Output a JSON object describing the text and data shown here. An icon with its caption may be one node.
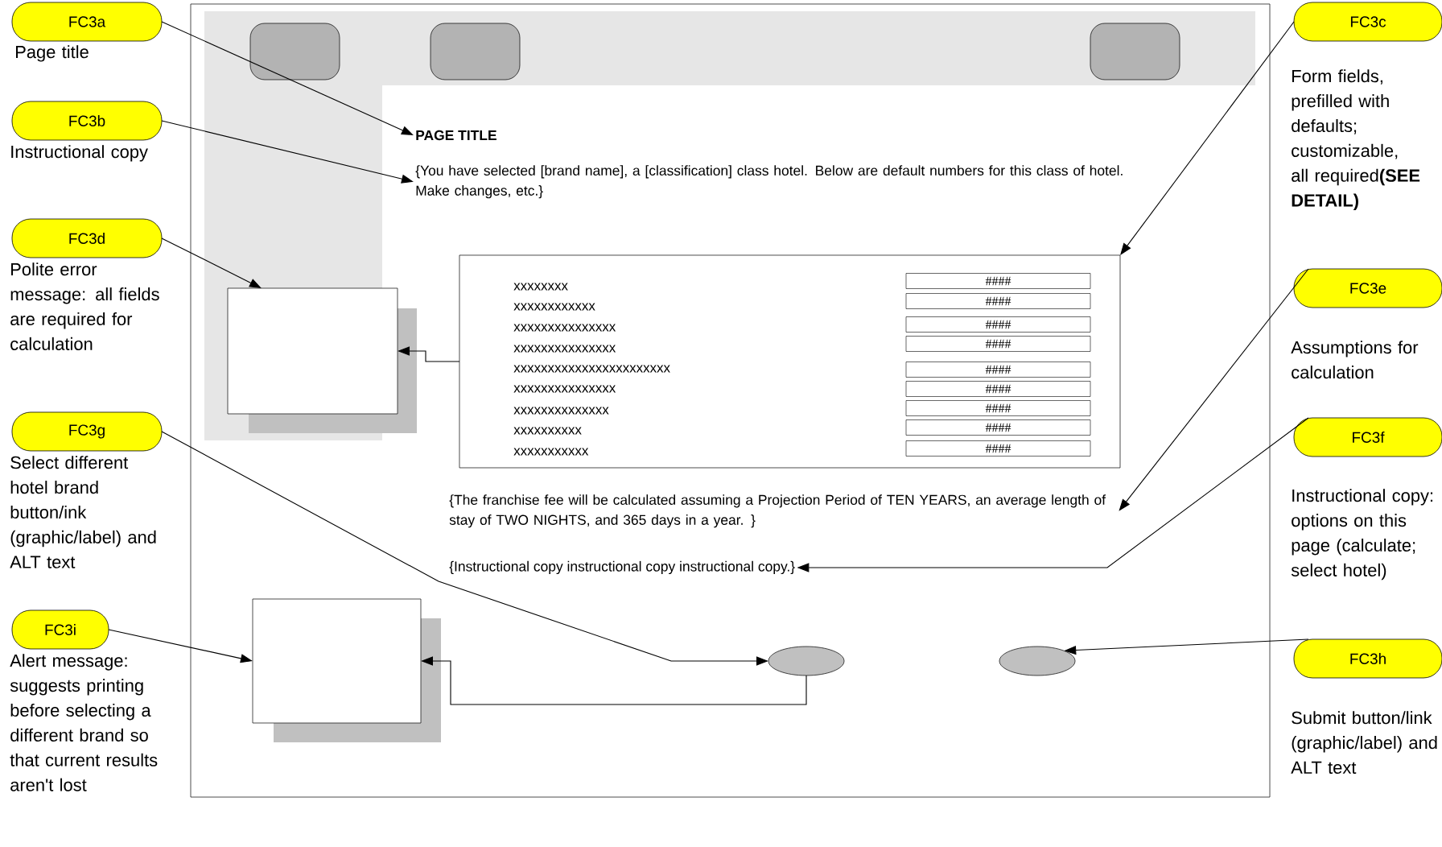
{
  "diagram": {
    "nodes": [
      {
        "text": [
          "FC3a"
        ],
        "beside": [
          "Page title"
        ]
      },
      {
        "text": [
          "FC3b"
        ],
        "beside": [
          "Instructional copy"
        ]
      },
      {
        "text": [
          "FC3d"
        ],
        "beside": [
          "Polite error message: all fields are required for calculation"
        ]
      },
      {
        "text": [
          "FC3g"
        ],
        "beside": [
          "Select different hotel brand button/ink (graphic/label) and ALT text"
        ]
      },
      {
        "text": [
          "FC3i"
        ],
        "beside": [
          "Alert message: suggests printing before selecting a different brand so that current results aren't lost"
        ]
      },
      {
        "text": [],
        "shape": "box"
      },
      {
        "text": [
          "PAGE TITLE"
        ],
        "in": 5
      },
      {
        "text": [
          "{You have selected [brand name], a [classification] class hotel.   Below are default numbers for this class of hotel.  Make changes, etc.}"
        ],
        "in": 5
      },
      {
        "text": [],
        "shape": "box",
        "in": 5
      },
      {
        "text": [],
        "shape": "box",
        "in": 5
      },
      {
        "text": [
          "{The franchise fee will be calculated assuming a Projection Period of TEN YEARS, an average length of stay of TWO NIGHTS, and 365 days in a year. }"
        ],
        "in": 5
      },
      {
        "text": [
          "{Instructional copy instructional copy instructional copy.}"
        ],
        "in": 5
      },
      {
        "text": [],
        "shape": "box",
        "in": 5
      },
      {
        "text": [],
        "shape": "ellipse",
        "in": 5
      },
      {
        "text": [],
        "shape": "ellipse",
        "in": 5
      },
      {
        "text": [
          "FC3c"
        ],
        "beside": [
          "Form fields, prefilled with defaults; customizable, all required**(SEE DETAIL)**"
        ]
      },
      {
        "text": [
          "FC3e"
        ],
        "beside": [
          "Assumptions for calculation"
        ]
      },
      {
        "text": [
          "FC3f"
        ],
        "beside": [
          "Instructional copy: options on this page (calculate; select hotel)"
        ]
      },
      {
        "text": [
          "FC3h"
        ],
        "beside": [
          "Submit button/link (graphic/label) and ALT text"
        ]
      }
    ],
    "edges": [
      {
        "from": 0,
        "to": 6,
        "arrow": "to"
      },
      {
        "from": 1,
        "to": 7,
        "arrow": "to"
      },
      {
        "from": 2,
        "to": 8,
        "arrow": "to"
      },
      {
        "from": 3,
        "to": 13,
        "arrow": "to"
      },
      {
        "from": 4,
        "to": 12,
        "arrow": "to"
      },
      {
        "from": 15,
        "to": 9,
        "arrow": "to"
      },
      {
        "from": 16,
        "to": 10,
        "arrow": "to"
      },
      {
        "from": 17,
        "to": 11,
        "arrow": "to"
      },
      {
        "from": 18,
        "to": 14,
        "arrow": "to"
      },
      {
        "from": 9,
        "to": 8,
        "arrow": "to"
      },
      {
        "from": 13,
        "to": 12,
        "arrow": "to"
      }
    ],
    "labels": [
      "xxxxxxxx",
      "####",
      "xxxxxxxxxxxx",
      "####",
      "xxxxxxxxxxxxxxx",
      "####",
      "xxxxxxxxxxxxxxx",
      "####",
      "xxxxxxxxxxxxxxxxxxxxxxx",
      "####",
      "xxxxxxxxxxxxxxx",
      "####",
      "xxxxxxxxxxxxxx",
      "####",
      "xxxxxxxxxx",
      "####",
      "xxxxxxxxxxx",
      "####"
    ]
  }
}
